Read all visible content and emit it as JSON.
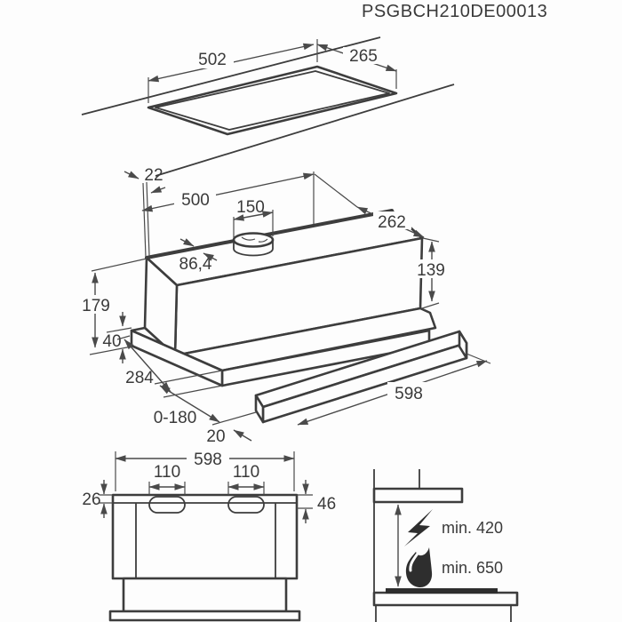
{
  "title": "PSGBCH210DE00013",
  "colors": {
    "line": "#3d3d3d",
    "dim": "#4a4a4a",
    "text": "#3a3a3a",
    "cooktop": "#2e2e2e",
    "background": "#fdfdfd"
  },
  "top_view": {
    "cutout_width": "502",
    "cutout_depth": "265"
  },
  "iso_view": {
    "wall_gap": "22",
    "body_width": "500",
    "duct_width": "150",
    "duct_offset": "86,4",
    "body_depth": "262",
    "body_height": "139",
    "total_height": "179",
    "rail_height": "40",
    "rail_depth": "284",
    "pullout_range": "0-180",
    "visor_lip": "20",
    "visor_width": "598"
  },
  "front_view": {
    "width": "598",
    "slot_left": "110",
    "slot_right": "110",
    "top_band": "26",
    "front_band": "46"
  },
  "clearance": {
    "electric_min": "min. 420",
    "gas_min": "min. 650"
  },
  "icons": {
    "electric": "lightning-icon",
    "gas": "flame-icon"
  }
}
